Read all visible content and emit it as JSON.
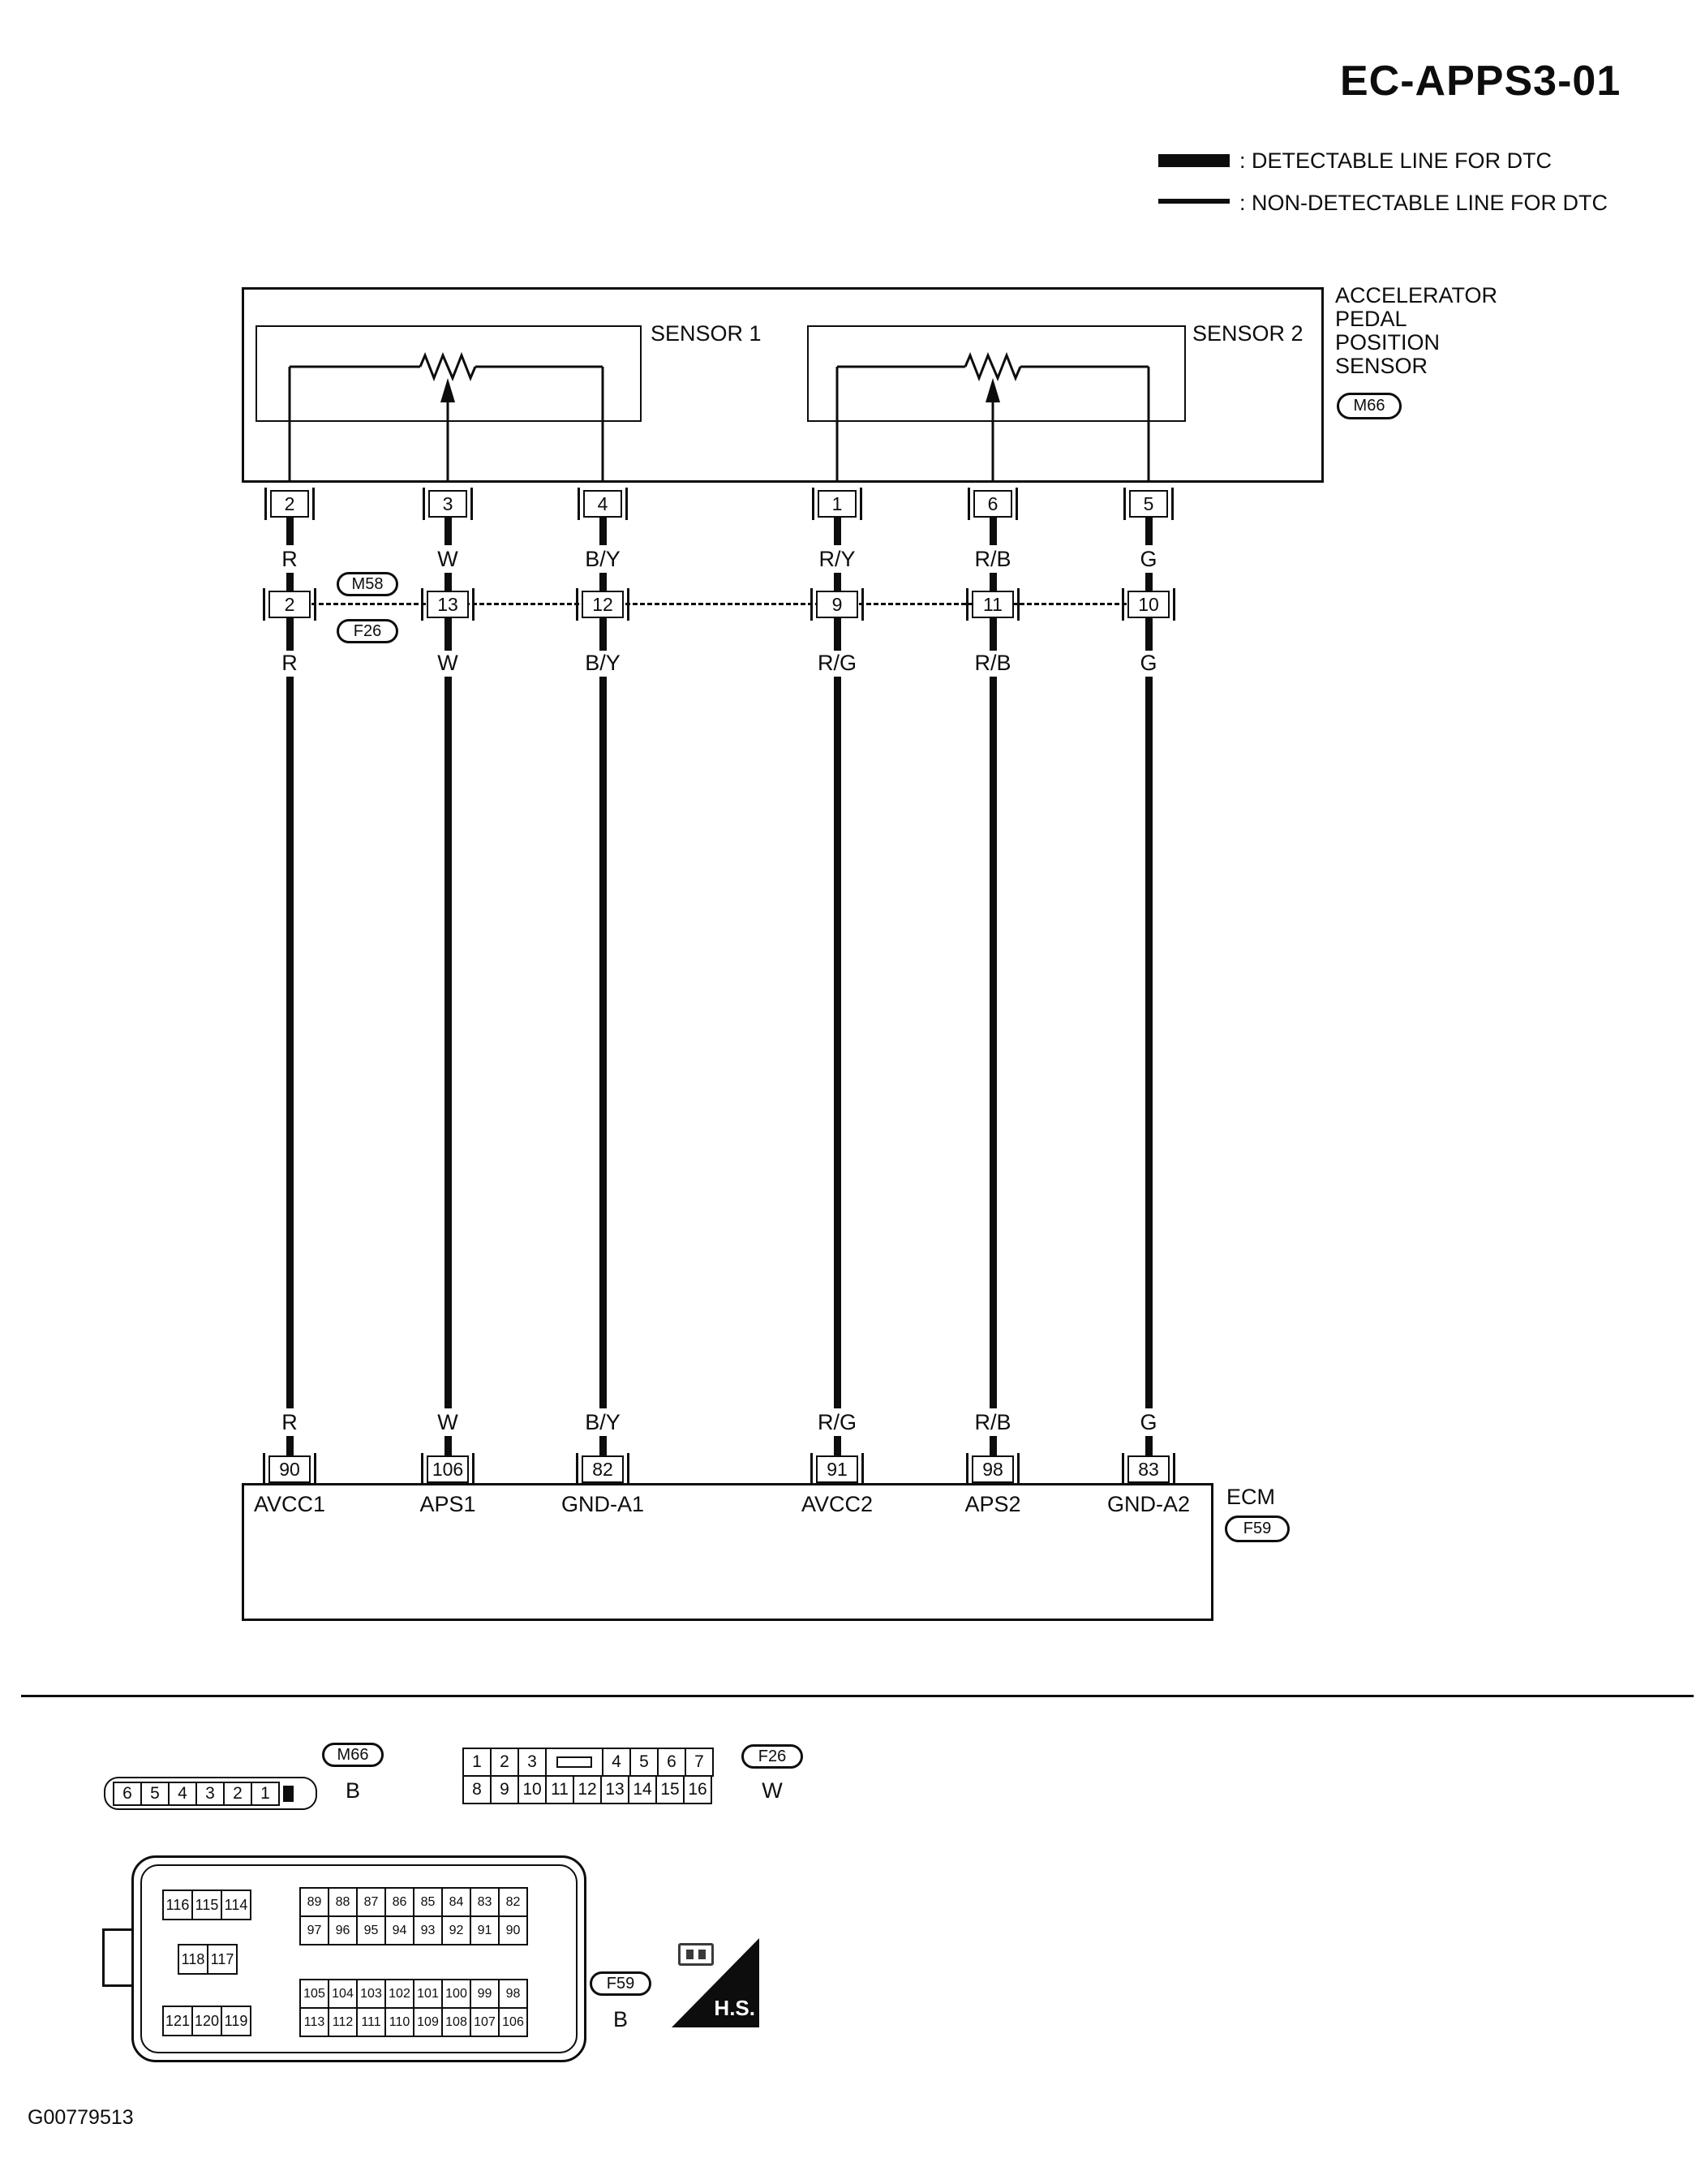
{
  "title": "EC-APPS3-01",
  "legend": {
    "detectable": ": DETECTABLE LINE FOR DTC",
    "non_detectable": ": NON-DETECTABLE LINE FOR DTC"
  },
  "sensor_block": {
    "name": "ACCELERATOR\nPEDAL\nPOSITION\nSENSOR",
    "connector_id": "M66",
    "sensor1_label": "SENSOR 1",
    "sensor2_label": "SENSOR 2"
  },
  "inline_connector": {
    "top_id": "M58",
    "bottom_id": "F26"
  },
  "ecm": {
    "label": "ECM",
    "connector_id": "F59"
  },
  "columns": [
    {
      "sensor_pin": "2",
      "color_top": "R",
      "inline_pin": "2",
      "color_main": "R",
      "ecm_pin": "90",
      "ecm_label": "AVCC1"
    },
    {
      "sensor_pin": "3",
      "color_top": "W",
      "inline_pin": "13",
      "color_main": "W",
      "ecm_pin": "106",
      "ecm_label": "APS1"
    },
    {
      "sensor_pin": "4",
      "color_top": "B/Y",
      "inline_pin": "12",
      "color_main": "B/Y",
      "ecm_pin": "82",
      "ecm_label": "GND-A1"
    },
    {
      "sensor_pin": "1",
      "color_top": "R/Y",
      "inline_pin": "9",
      "color_main": "R/G",
      "ecm_pin": "91",
      "ecm_label": "AVCC2"
    },
    {
      "sensor_pin": "6",
      "color_top": "R/B",
      "inline_pin": "11",
      "color_main": "R/B",
      "ecm_pin": "98",
      "ecm_label": "APS2"
    },
    {
      "sensor_pin": "5",
      "color_top": "G",
      "inline_pin": "10",
      "color_main": "G",
      "ecm_pin": "83",
      "ecm_label": "GND-A2"
    }
  ],
  "footer": {
    "m66": {
      "id": "M66",
      "color": "B",
      "pins": [
        "6",
        "5",
        "4",
        "3",
        "2",
        "1"
      ]
    },
    "f26": {
      "id": "F26",
      "color": "W",
      "row1": [
        "1",
        "2",
        "3",
        "4",
        "5",
        "6",
        "7"
      ],
      "row2": [
        "8",
        "9",
        "10",
        "11",
        "12",
        "13",
        "14",
        "15",
        "16"
      ]
    },
    "f59": {
      "id": "F59",
      "color": "B",
      "group_a": [
        "116",
        "115",
        "114"
      ],
      "group_b": [
        "118",
        "117"
      ],
      "group_c": [
        "121",
        "120",
        "119"
      ],
      "group_d_row1": [
        "89",
        "88",
        "87",
        "86",
        "85",
        "84",
        "83",
        "82"
      ],
      "group_d_row2": [
        "97",
        "96",
        "95",
        "94",
        "93",
        "92",
        "91",
        "90"
      ],
      "group_e_row1": [
        "105",
        "104",
        "103",
        "102",
        "101",
        "100",
        "99",
        "98"
      ],
      "group_e_row2": [
        "113",
        "112",
        "111",
        "110",
        "109",
        "108",
        "107",
        "106"
      ]
    },
    "hs_label": "H.S."
  },
  "figure_id": "G00779513"
}
